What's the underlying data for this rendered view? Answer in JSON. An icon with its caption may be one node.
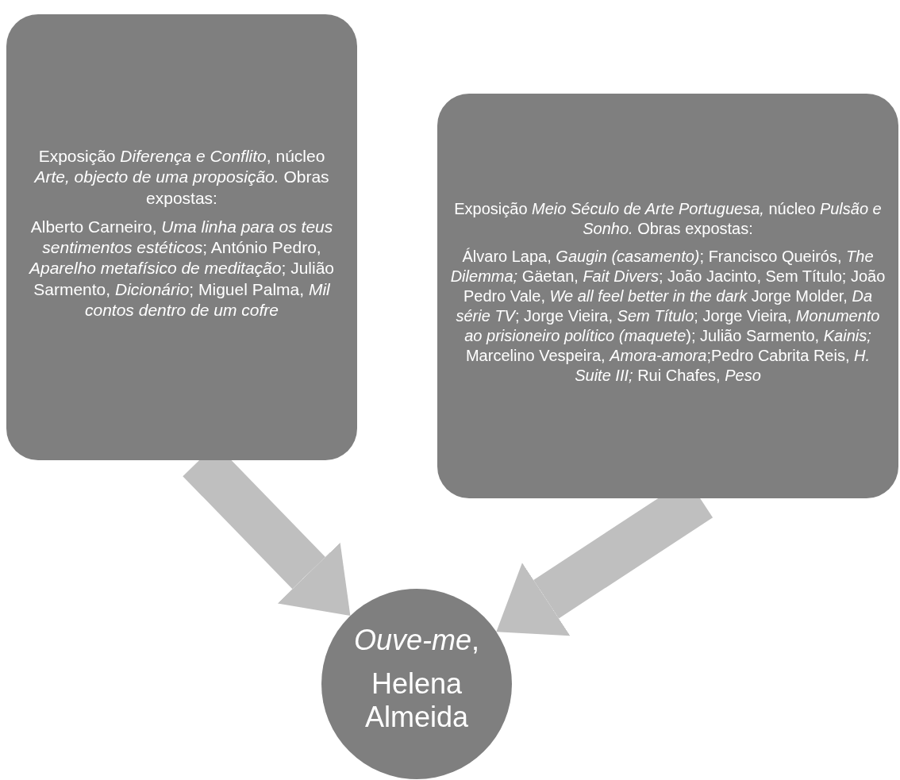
{
  "diagram": {
    "nodes": [
      {
        "text": [
          "Exposição *Diferença e Conflito*, núcleo *Arte, objecto de uma proposição.* Obras expostas:",
          "Alberto Carneiro, *Uma linha para os teus sentimentos estéticos*; António Pedro, *Aparelho metafísico de meditação*; Julião Sarmento, *Dicionário*; Miguel Palma, *Mil contos dentro de um cofre*"
        ]
      },
      {
        "text": [
          "Exposição *Meio Século de Arte Portuguesa,* núcleo *Pulsão e Sonho.* Obras expostas:",
          "Álvaro Lapa, *Gaugin (casamento)*; Francisco Queirós, *The Dilemma;* Gäetan, *Fait Divers*; João Jacinto, Sem Título; João Pedro Vale, *We all feel better in the dark* Jorge Molder, *Da série TV*; Jorge Vieira, *Sem Título*; Jorge Vieira, *Monumento ao prisioneiro político (maquete*); Julião Sarmento, *Kainis;* Marcelino Vespeira, *Amora-amora*;Pedro Cabrita Reis, *H. Suite III;* Rui Chafes, *Peso*"
        ]
      },
      {
        "text": [
          "*Ouve-me*,",
          "Helena Almeida"
        ]
      }
    ],
    "edges": [
      {
        "from": 0,
        "to": 2,
        "arrow": "to"
      },
      {
        "from": 1,
        "to": 2,
        "arrow": "to"
      }
    ]
  }
}
